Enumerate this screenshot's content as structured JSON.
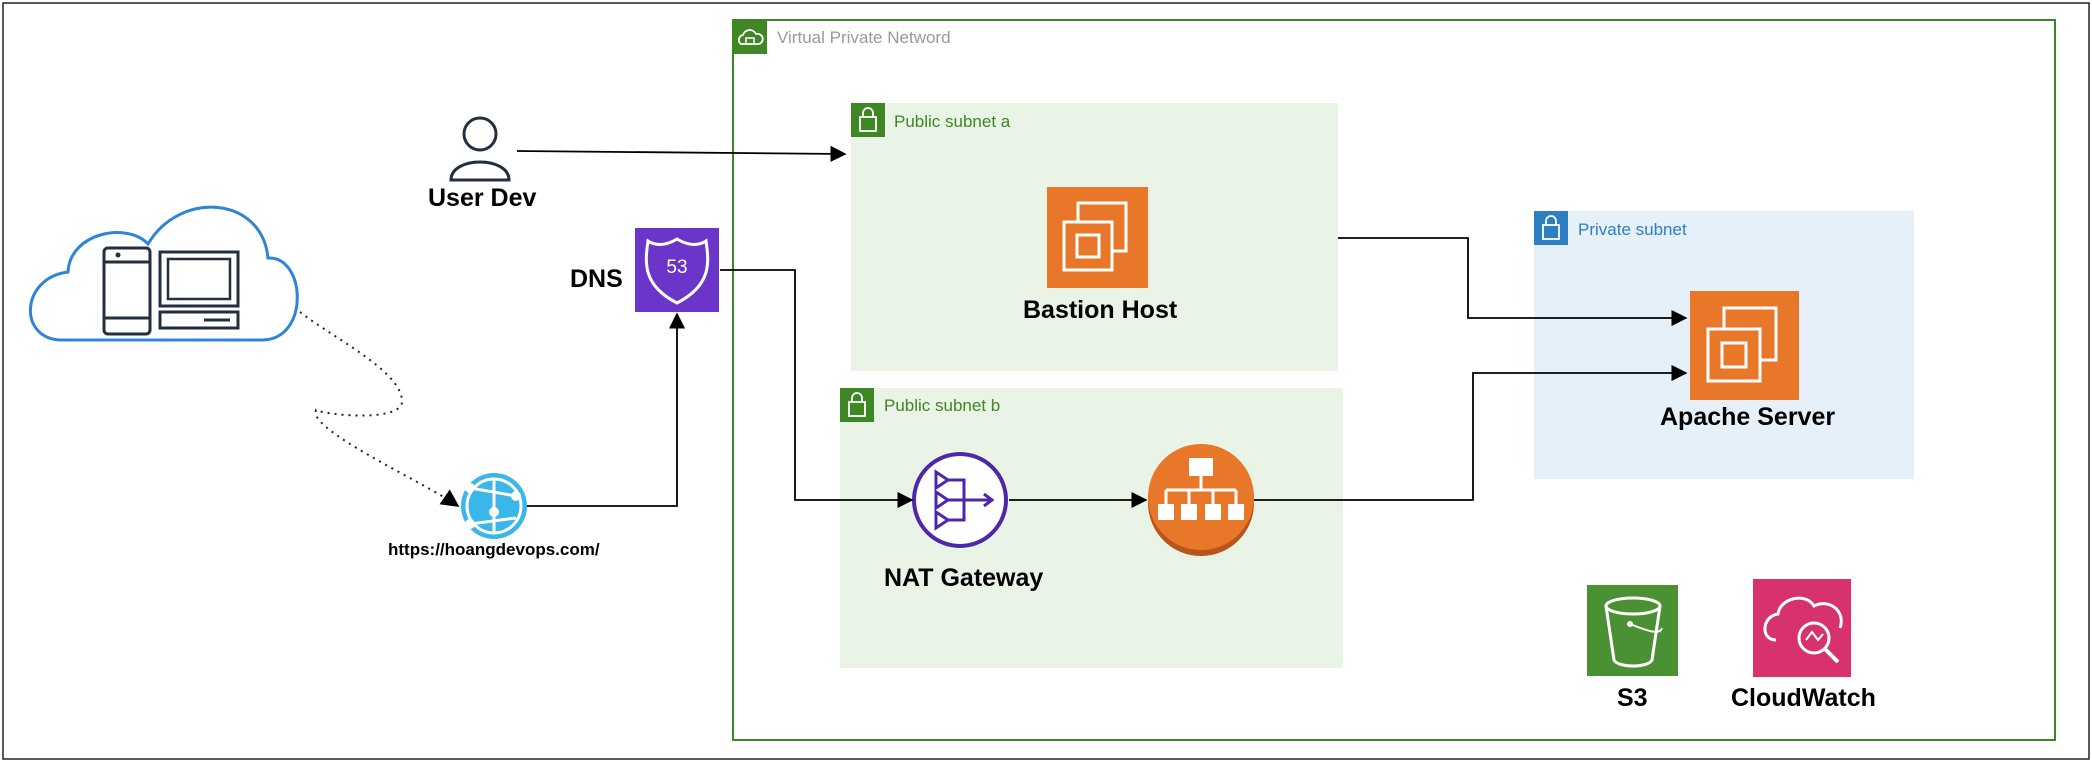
{
  "diagram": {
    "vpc_label": "Virtual Private Netword",
    "public_subnet_a": "Public subnet a",
    "public_subnet_b": "Public subnet b",
    "private_subnet": "Private subnet",
    "user_dev": "User Dev",
    "dns": "DNS",
    "website_url": "https://hoangdevops.com/",
    "bastion_host": "Bastion Host",
    "apache_server": "Apache Server",
    "nat_gateway": "NAT Gateway",
    "s3": "S3",
    "cloudwatch": "CloudWatch",
    "route53_badge": "53"
  },
  "colors": {
    "vpc_border": "#3f8624",
    "public_subnet_fill": "#e9f3e6",
    "public_subnet_text": "#3f8624",
    "private_subnet_fill": "#e6f0f8",
    "private_subnet_text": "#2d7ec2",
    "ec2_orange": "#e8772a",
    "route53_purple": "#6a35c8",
    "nat_purple": "#4d27aa",
    "elb_orange": "#e8772a",
    "s3_green": "#4a9134",
    "cloudwatch_pink": "#d7326e",
    "cloud_blue": "#2f84d6",
    "web_blue": "#3ab6e8"
  }
}
